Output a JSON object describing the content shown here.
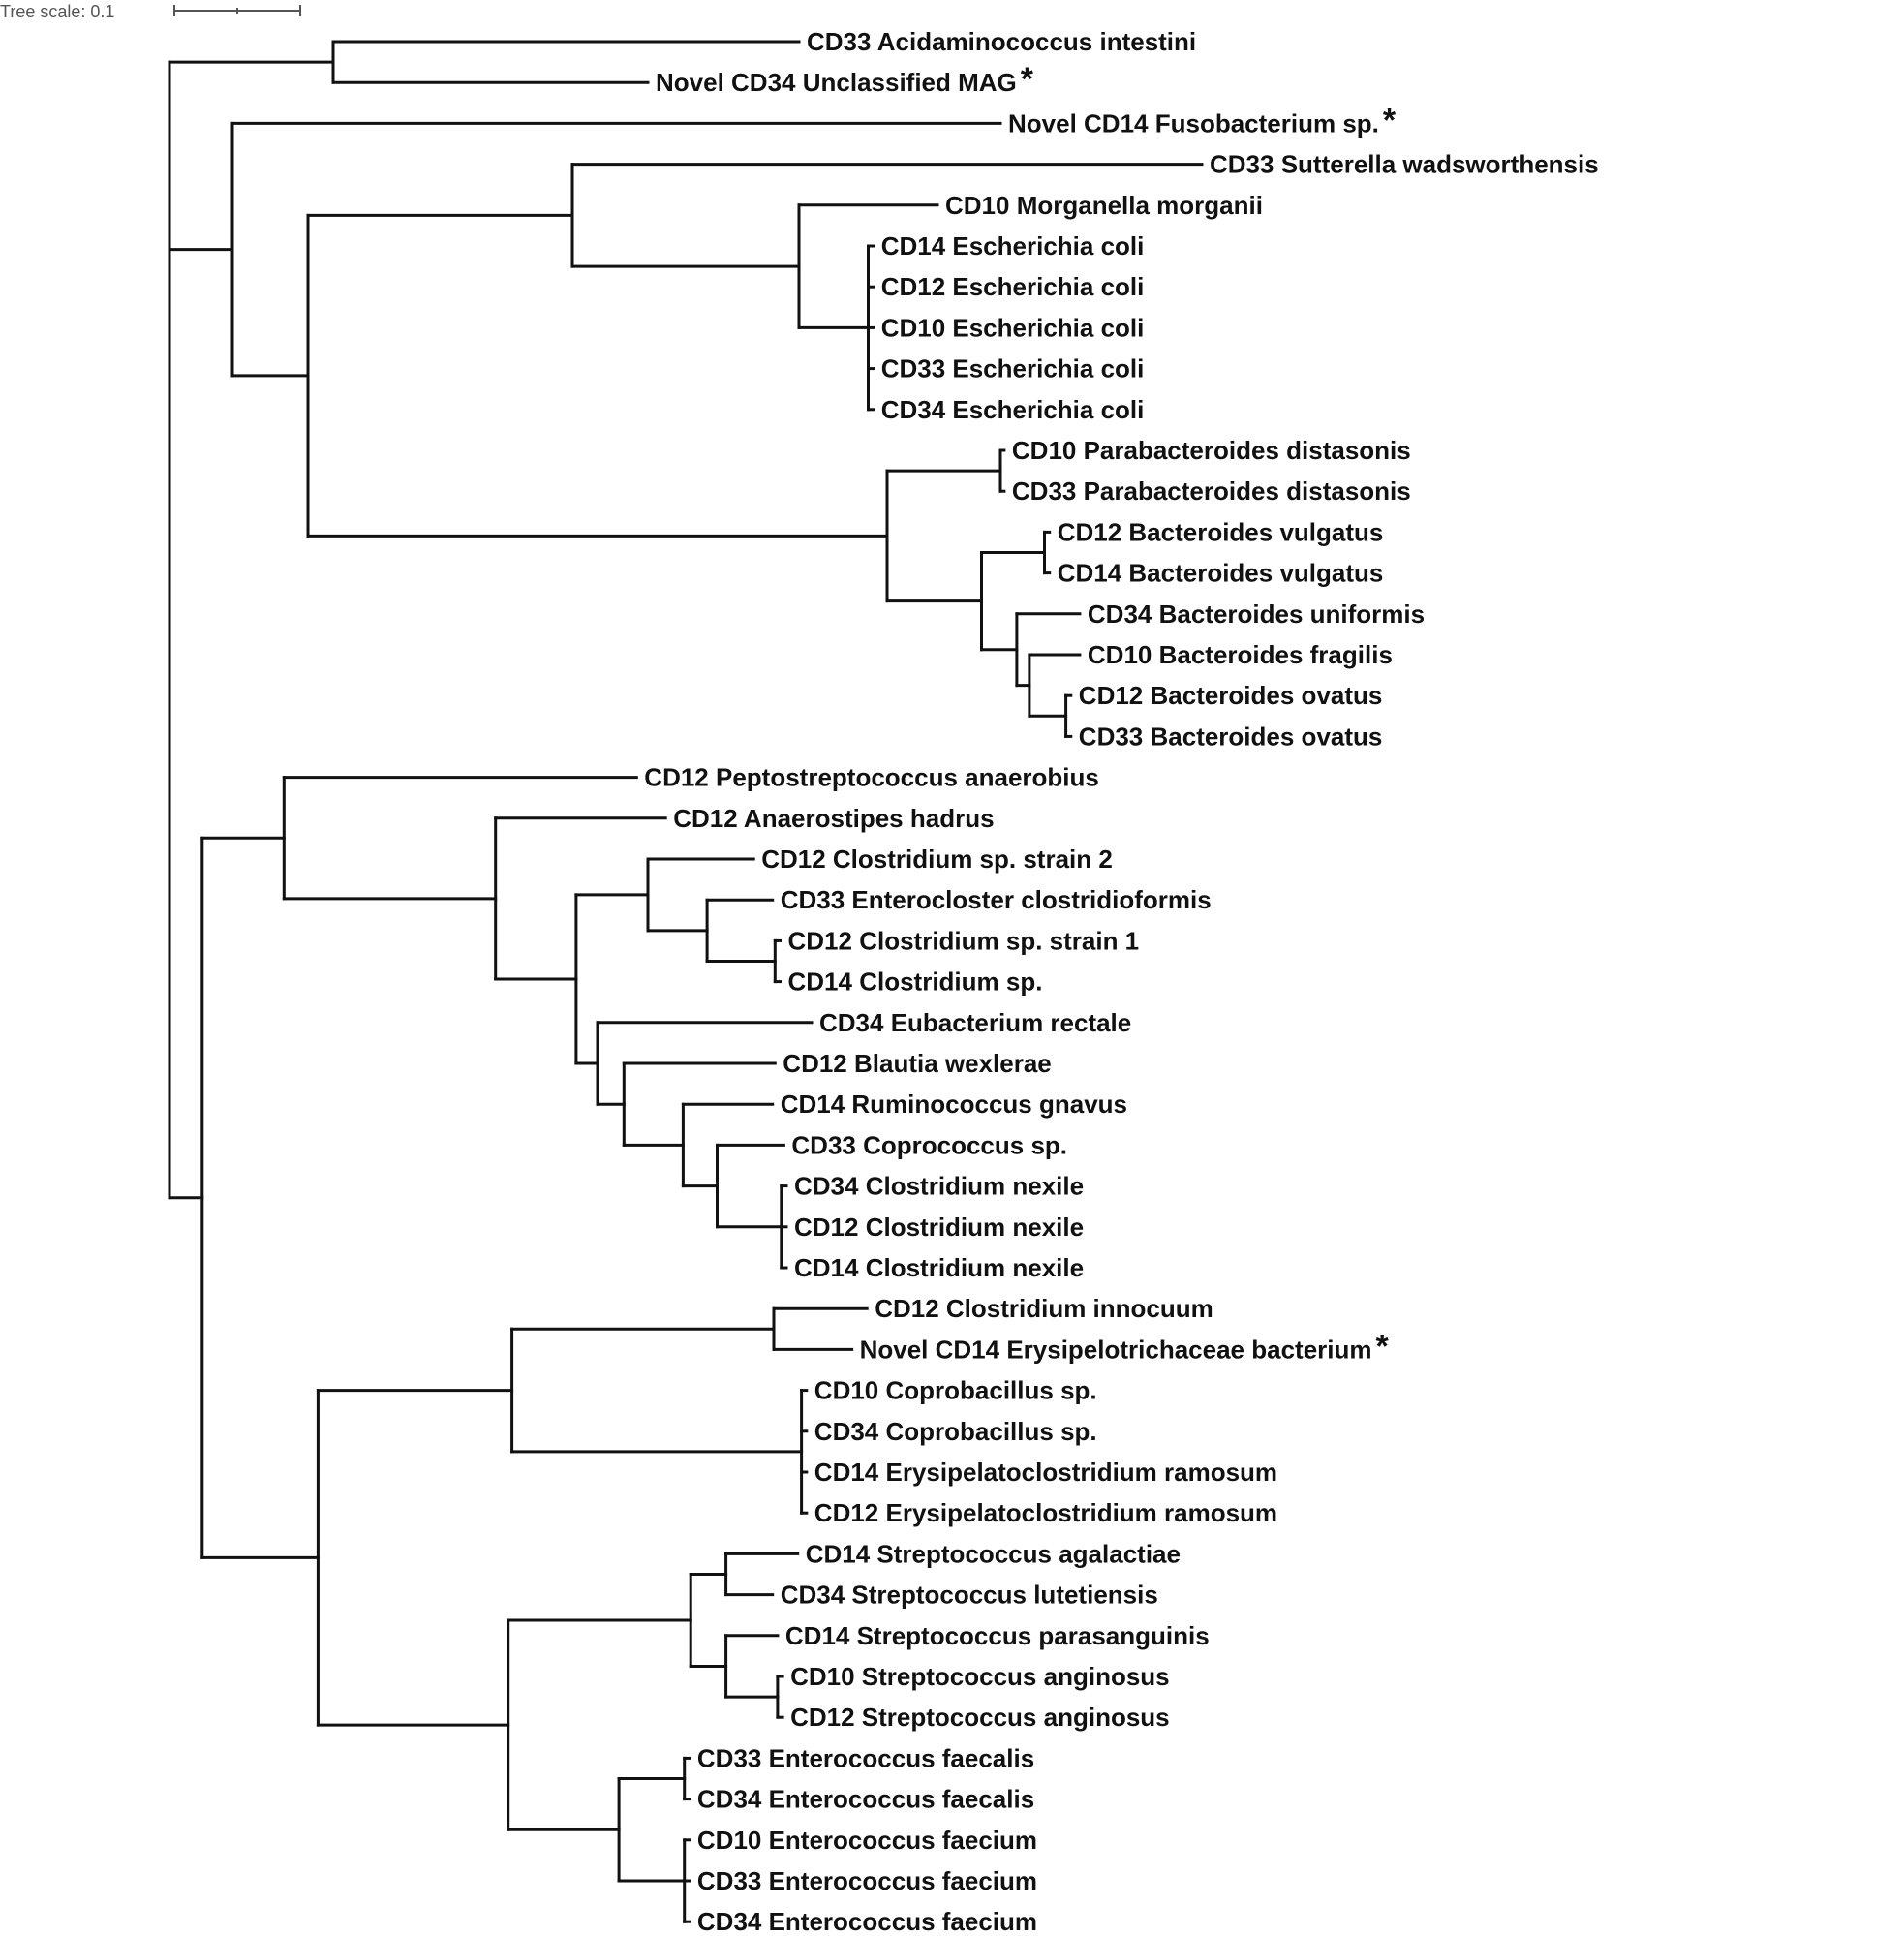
{
  "scale": {
    "label": "Tree scale: 0.1",
    "value": 0.1
  },
  "tree": {
    "children": [
      {
        "length": 0.13,
        "children": [
          {
            "length": 0.37,
            "name": "CD33 Acidaminococcus intestini"
          },
          {
            "length": 0.25,
            "name": "Novel CD34 Unclassified MAG",
            "marked": true
          }
        ]
      },
      {
        "length": 0.05,
        "children": [
          {
            "length": 0.61,
            "name": "Novel CD14 Fusobacterium sp.",
            "marked": true
          },
          {
            "length": 0.06,
            "children": [
              {
                "length": 0.21,
                "children": [
                  {
                    "length": 0.5,
                    "name": "CD33 Sutterella wadsworthensis"
                  },
                  {
                    "length": 0.18,
                    "children": [
                      {
                        "length": 0.11,
                        "name": "CD10 Morganella morganii"
                      },
                      {
                        "length": 0.055,
                        "children": [
                          {
                            "length": 0.004,
                            "name": "CD14 Escherichia coli"
                          },
                          {
                            "length": 0.004,
                            "name": "CD12 Escherichia coli"
                          },
                          {
                            "length": 0.004,
                            "name": "CD10 Escherichia coli"
                          },
                          {
                            "length": 0.004,
                            "name": "CD33 Escherichia coli"
                          },
                          {
                            "length": 0.004,
                            "name": "CD34 Escherichia coli"
                          }
                        ]
                      }
                    ]
                  }
                ]
              },
              {
                "length": 0.46,
                "children": [
                  {
                    "length": 0.09,
                    "children": [
                      {
                        "length": 0.003,
                        "name": "CD10 Parabacteroides distasonis"
                      },
                      {
                        "length": 0.003,
                        "name": "CD33 Parabacteroides distasonis"
                      }
                    ]
                  },
                  {
                    "length": 0.075,
                    "children": [
                      {
                        "length": 0.05,
                        "children": [
                          {
                            "length": 0.004,
                            "name": "CD12 Bacteroides vulgatus"
                          },
                          {
                            "length": 0.004,
                            "name": "CD14 Bacteroides vulgatus"
                          }
                        ]
                      },
                      {
                        "length": 0.028,
                        "children": [
                          {
                            "length": 0.05,
                            "name": "CD34 Bacteroides uniformis"
                          },
                          {
                            "length": 0.01,
                            "children": [
                              {
                                "length": 0.04,
                                "name": "CD10 Bacteroides fragilis"
                              },
                              {
                                "length": 0.029,
                                "children": [
                                  {
                                    "length": 0.004,
                                    "name": "CD12 Bacteroides ovatus"
                                  },
                                  {
                                    "length": 0.004,
                                    "name": "CD33 Bacteroides ovatus"
                                  }
                                ]
                              }
                            ]
                          }
                        ]
                      }
                    ]
                  }
                ]
              }
            ]
          }
        ]
      },
      {
        "length": 0.026,
        "children": [
          {
            "length": 0.065,
            "children": [
              {
                "length": 0.28,
                "name": "CD12 Peptostreptococcus anaerobius"
              },
              {
                "length": 0.168,
                "children": [
                  {
                    "length": 0.135,
                    "name": "CD12 Anaerostipes hadrus"
                  },
                  {
                    "length": 0.064,
                    "children": [
                      {
                        "length": 0.057,
                        "children": [
                          {
                            "length": 0.084,
                            "name": "CD12 Clostridium sp. strain 2"
                          },
                          {
                            "length": 0.047,
                            "children": [
                              {
                                "length": 0.052,
                                "name": "CD33 Enterocloster clostridioformis"
                              },
                              {
                                "length": 0.054,
                                "children": [
                                  {
                                    "length": 0.004,
                                    "name": "CD12 Clostridium sp. strain 1"
                                  },
                                  {
                                    "length": 0.004,
                                    "name": "CD14 Clostridium sp."
                                  }
                                ]
                              }
                            ]
                          }
                        ]
                      },
                      {
                        "length": 0.017,
                        "children": [
                          {
                            "length": 0.17,
                            "name": "CD34 Eubacterium rectale"
                          },
                          {
                            "length": 0.021,
                            "children": [
                              {
                                "length": 0.12,
                                "name": "CD12 Blautia wexlerae"
                              },
                              {
                                "length": 0.047,
                                "children": [
                                  {
                                    "length": 0.071,
                                    "name": "CD14 Ruminococcus gnavus"
                                  },
                                  {
                                    "length": 0.027,
                                    "children": [
                                      {
                                        "length": 0.053,
                                        "name": "CD33 Coprococcus sp."
                                      },
                                      {
                                        "length": 0.051,
                                        "children": [
                                          {
                                            "length": 0.004,
                                            "name": "CD34 Clostridium nexile"
                                          },
                                          {
                                            "length": 0.004,
                                            "name": "CD12 Clostridium nexile"
                                          },
                                          {
                                            "length": 0.004,
                                            "name": "CD14 Clostridium nexile"
                                          }
                                        ]
                                      }
                                    ]
                                  }
                                ]
                              }
                            ]
                          }
                        ]
                      }
                    ]
                  }
                ]
              }
            ]
          },
          {
            "length": 0.092,
            "children": [
              {
                "length": 0.154,
                "children": [
                  {
                    "length": 0.208,
                    "children": [
                      {
                        "length": 0.074,
                        "name": "CD12 Clostridium innocuum"
                      },
                      {
                        "length": 0.062,
                        "name": "Novel CD14 Erysipelotrichaceae bacterium",
                        "marked": true
                      }
                    ]
                  },
                  {
                    "length": 0.23,
                    "children": [
                      {
                        "length": 0.004,
                        "name": "CD10 Coprobacillus sp."
                      },
                      {
                        "length": 0.004,
                        "name": "CD34 Coprobacillus sp."
                      },
                      {
                        "length": 0.004,
                        "name": "CD14 Erysipelatoclostridium ramosum"
                      },
                      {
                        "length": 0.004,
                        "name": "CD12 Erysipelatoclostridium ramosum"
                      }
                    ]
                  }
                ]
              },
              {
                "length": 0.151,
                "children": [
                  {
                    "length": 0.145,
                    "children": [
                      {
                        "length": 0.028,
                        "children": [
                          {
                            "length": 0.057,
                            "name": "CD14 Streptococcus agalactiae"
                          },
                          {
                            "length": 0.037,
                            "name": "CD34 Streptococcus lutetiensis"
                          }
                        ]
                      },
                      {
                        "length": 0.028,
                        "children": [
                          {
                            "length": 0.041,
                            "name": "CD14 Streptococcus parasanguinis"
                          },
                          {
                            "length": 0.041,
                            "children": [
                              {
                                "length": 0.004,
                                "name": "CD10 Streptococcus anginosus"
                              },
                              {
                                "length": 0.004,
                                "name": "CD12 Streptococcus anginosus"
                              }
                            ]
                          }
                        ]
                      }
                    ]
                  },
                  {
                    "length": 0.088,
                    "children": [
                      {
                        "length": 0.052,
                        "children": [
                          {
                            "length": 0.004,
                            "name": "CD33 Enterococcus faecalis"
                          },
                          {
                            "length": 0.004,
                            "name": "CD34 Enterococcus faecalis"
                          }
                        ]
                      },
                      {
                        "length": 0.052,
                        "children": [
                          {
                            "length": 0.004,
                            "name": "CD10 Enterococcus faecium"
                          },
                          {
                            "length": 0.004,
                            "name": "CD33 Enterococcus faecium"
                          },
                          {
                            "length": 0.004,
                            "name": "CD34 Enterococcus faecium"
                          }
                        ]
                      }
                    ]
                  }
                ]
              }
            ]
          }
        ]
      }
    ]
  }
}
